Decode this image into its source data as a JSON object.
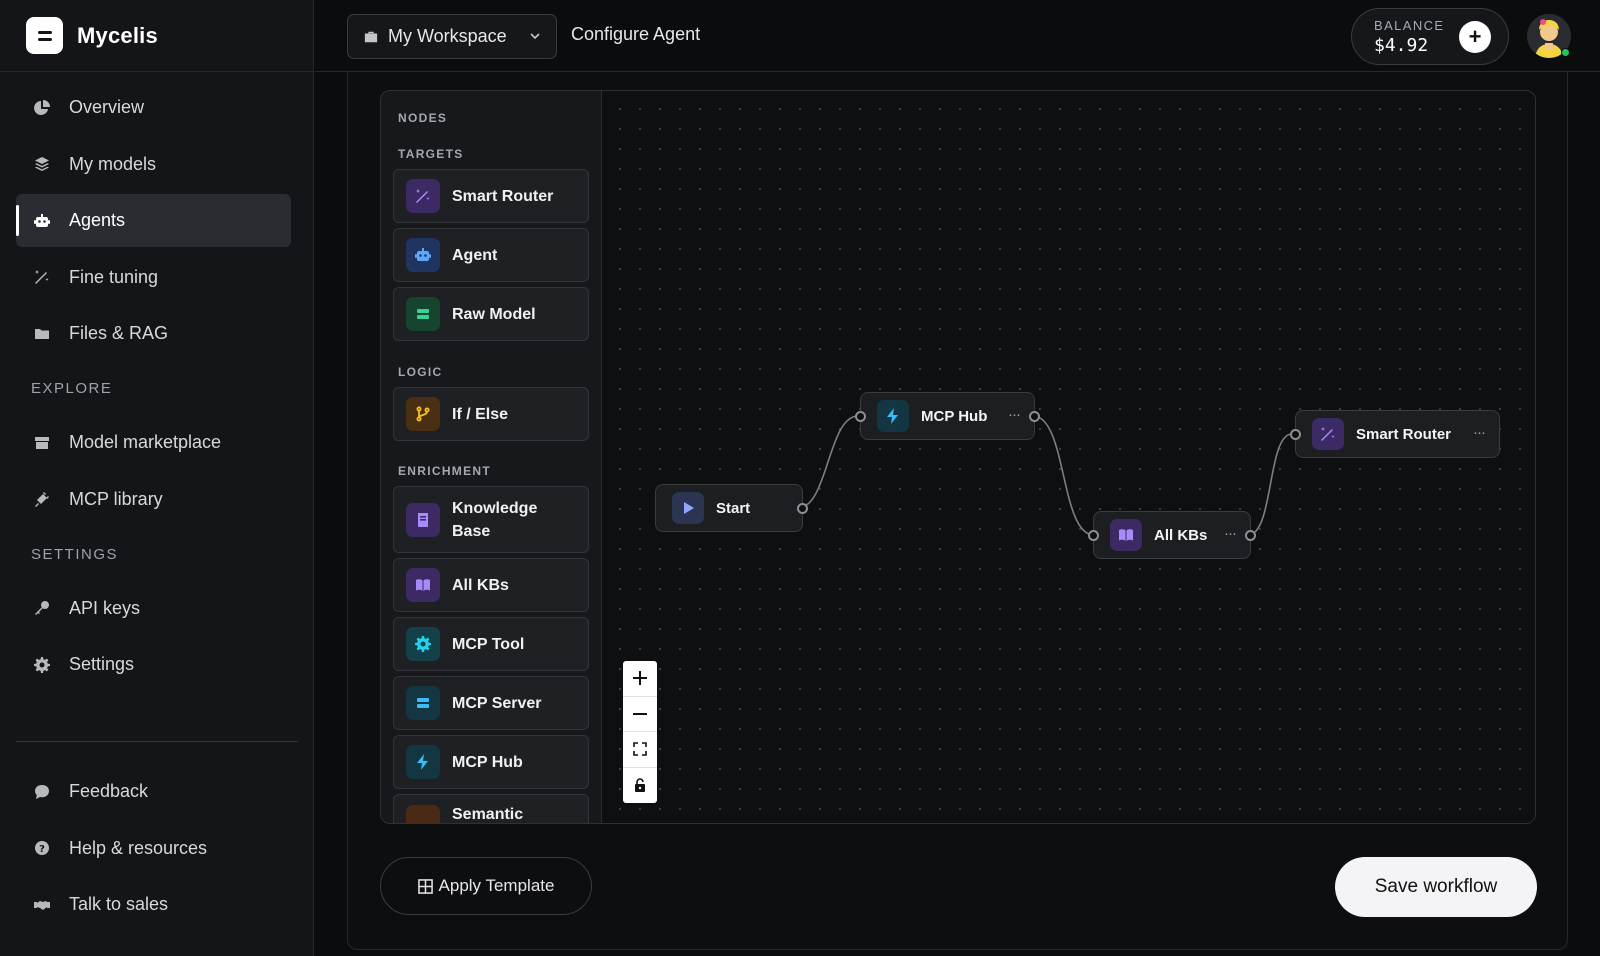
{
  "brand": {
    "name": "Mycelis"
  },
  "sidebar": {
    "items": [
      {
        "label": "Overview",
        "icon": "pie-chart-icon"
      },
      {
        "label": "My models",
        "icon": "layers-icon"
      },
      {
        "label": "Agents",
        "icon": "robot-icon",
        "active": true
      },
      {
        "label": "Fine tuning",
        "icon": "wand-icon"
      },
      {
        "label": "Files & RAG",
        "icon": "folder-icon"
      }
    ],
    "explore_label": "EXPLORE",
    "explore_items": [
      {
        "label": "Model marketplace",
        "icon": "store-icon"
      },
      {
        "label": "MCP library",
        "icon": "plug-icon"
      }
    ],
    "settings_label": "SETTINGS",
    "settings_items": [
      {
        "label": "API keys",
        "icon": "key-icon"
      },
      {
        "label": "Settings",
        "icon": "gear-icon"
      }
    ],
    "footer_items": [
      {
        "label": "Feedback",
        "icon": "chat-icon"
      },
      {
        "label": "Help & resources",
        "icon": "help-icon"
      },
      {
        "label": "Talk to sales",
        "icon": "handshake-icon"
      }
    ]
  },
  "header": {
    "workspace": "My Workspace",
    "title": "Configure Agent",
    "balance_label": "BALANCE",
    "balance_value": "$4.92",
    "add_label": "+"
  },
  "palette": {
    "title": "NODES",
    "targets_label": "TARGETS",
    "targets": [
      "Smart Router",
      "Agent",
      "Raw Model"
    ],
    "logic_label": "LOGIC",
    "logic": [
      "If / Else"
    ],
    "enrichment_label": "ENRICHMENT",
    "enrichment": [
      "Knowledge Base",
      "All KBs",
      "MCP Tool",
      "MCP Server",
      "MCP Hub",
      "Semantic"
    ]
  },
  "canvas": {
    "nodes": {
      "start": "Start",
      "mcp_hub": "MCP Hub",
      "all_kbs": "All KBs",
      "smart_router": "Smart Router"
    },
    "more_label": "···"
  },
  "footer": {
    "apply_template": "Apply Template",
    "save_workflow": "Save workflow"
  },
  "colors": {
    "purple": "#8b5cf6",
    "blue": "#3b82f6",
    "green": "#22c55e",
    "orange": "#f59e0b",
    "cyan": "#06b6d4"
  }
}
